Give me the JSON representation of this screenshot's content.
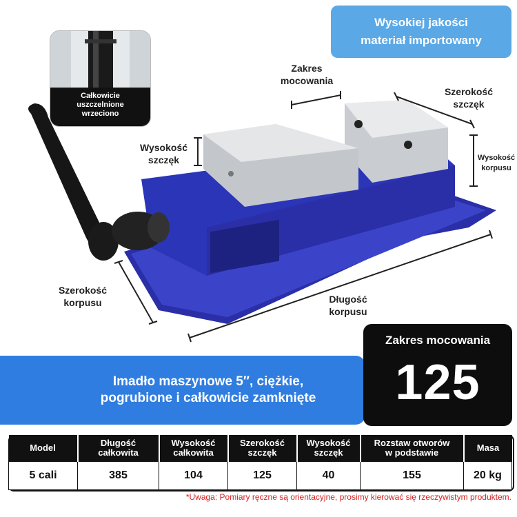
{
  "quality_badge": {
    "line1": "Wysokiej jakości",
    "line2": "materiał importowany"
  },
  "inset": {
    "line1": "Całkowicie",
    "line2": "uszczelnione",
    "line3": "wrzeciono"
  },
  "dimensions": {
    "clamping_range": {
      "line1": "Zakres",
      "line2": "mocowania"
    },
    "jaw_width": {
      "line1": "Szerokość",
      "line2": "szczęk"
    },
    "jaw_height": {
      "line1": "Wysokość",
      "line2": "szczęk"
    },
    "body_height": {
      "line1": "Wysokość",
      "line2": "korpusu"
    },
    "body_width": {
      "line1": "Szerokość",
      "line2": "korpusu"
    },
    "body_length": {
      "line1": "Długość",
      "line2": "korpusu"
    }
  },
  "promo": {
    "line1": "Imadło maszynowe 5″, ciężkie,",
    "line2": "pogrubione i całkowicie zamknięte"
  },
  "range_box": {
    "title": "Zakres mocowania",
    "value": "125"
  },
  "specs": {
    "headers": [
      [
        "Model",
        ""
      ],
      [
        "Długość",
        "całkowita"
      ],
      [
        "Wysokość",
        "całkowita"
      ],
      [
        "Szerokość",
        "szczęk"
      ],
      [
        "Wysokość",
        "szczęk"
      ],
      [
        "Rozstaw otworów",
        "w podstawie"
      ],
      [
        "Masa",
        ""
      ]
    ],
    "row": [
      "5 cali",
      "385",
      "104",
      "125",
      "40",
      "155",
      "20 kg"
    ]
  },
  "note": "*Uwaga: Pomiary ręczne są orientacyjne, prosimy kierować się rzeczywistym produktem.",
  "colors": {
    "blue": "#2f7de0",
    "light_blue": "#5aa8e6",
    "vise_blue": "#2a2fa8",
    "note_red": "#d6201f"
  }
}
